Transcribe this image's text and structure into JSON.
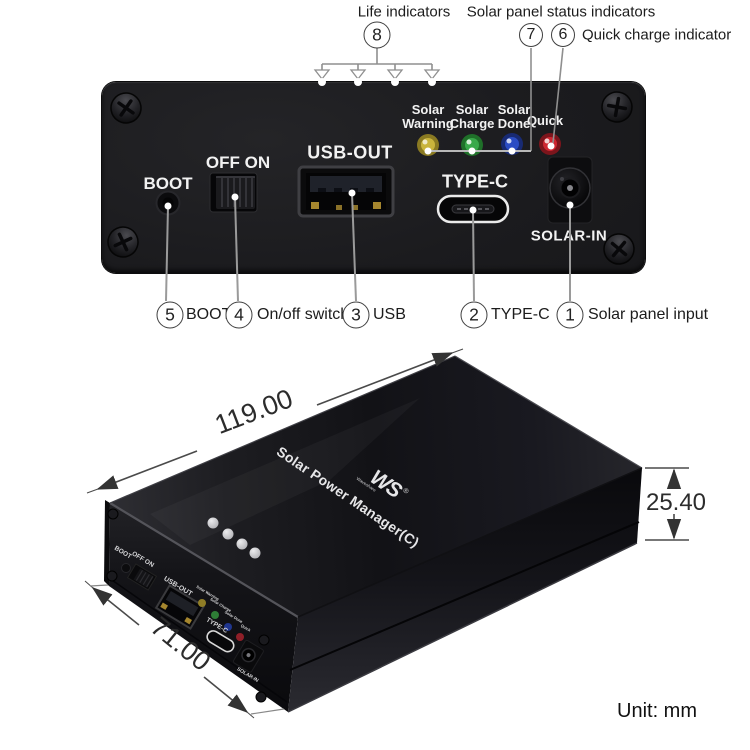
{
  "callouts": {
    "life": {
      "label": "Life indicators",
      "number": "8"
    },
    "status": {
      "label": "Solar panel status indicators",
      "number7": "7",
      "number6": "6"
    },
    "quick": {
      "label": "Quick charge indicator"
    },
    "bottom": [
      {
        "number": "5",
        "label": "BOOT"
      },
      {
        "number": "4",
        "label": "On/off switch"
      },
      {
        "number": "3",
        "label": "USB"
      },
      {
        "number": "2",
        "label": "TYPE-C"
      },
      {
        "number": "1",
        "label": "Solar panel input"
      }
    ]
  },
  "front_panel": {
    "boot": "BOOT",
    "switch": "OFF ON",
    "usb": "USB-OUT",
    "typec": "TYPE-C",
    "solar": "SOLAR-IN",
    "leds": [
      {
        "line1": "Solar",
        "line2": "Warning",
        "color": "#c9b43c"
      },
      {
        "line1": "Solar",
        "line2": "Charge",
        "color": "#39a94a"
      },
      {
        "line1": "Solar",
        "line2": "Done",
        "color": "#2b4cc4"
      },
      {
        "line1": "Quick",
        "line2": "",
        "color": "#ce2731"
      }
    ]
  },
  "device3d": {
    "brand": "Waveshare",
    "logo": "WS",
    "reg": "®",
    "product": "Solar Power Manager(C)",
    "led_labels": [
      "Solar Warning",
      "Solar Charge",
      "Solar Done",
      "Quick"
    ],
    "dims": {
      "length": "119.00",
      "width": "71.00",
      "height": "25.40"
    }
  },
  "meta": {
    "unit_label": "Unit: mm"
  }
}
